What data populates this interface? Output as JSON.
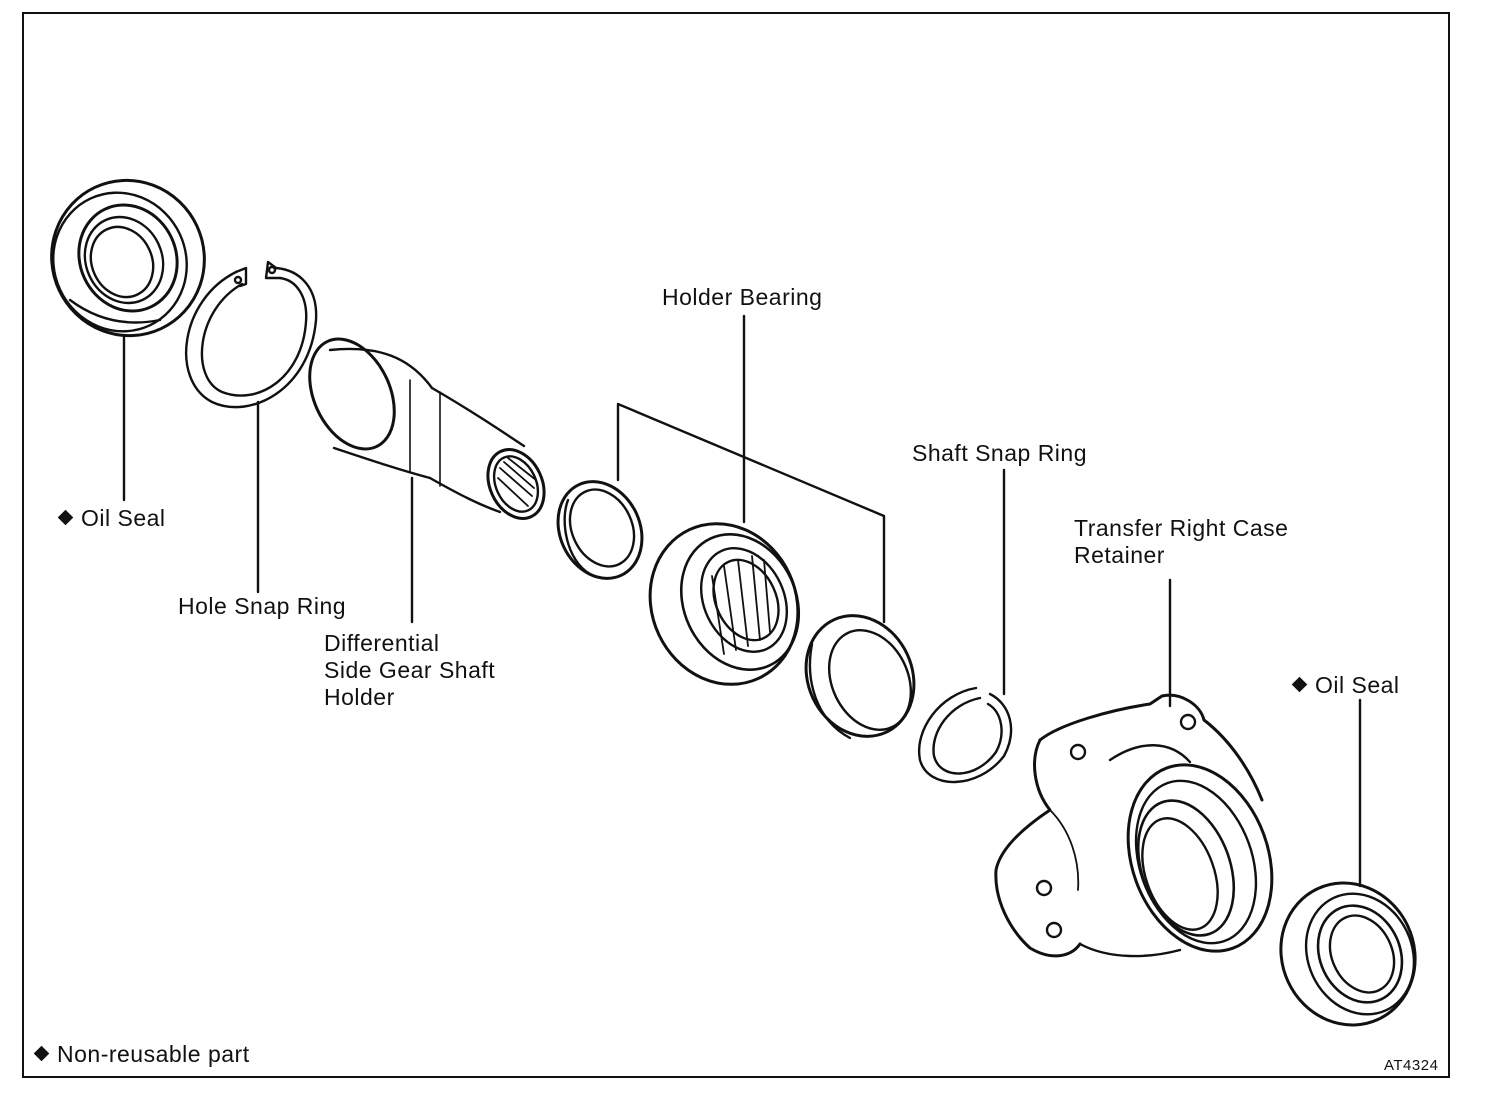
{
  "labels": {
    "oil_seal_left": "Oil Seal",
    "hole_snap_ring": "Hole Snap Ring",
    "diff_holder": "Differential\nSide Gear Shaft\nHolder",
    "holder_bearing": "Holder Bearing",
    "shaft_snap_ring": "Shaft Snap Ring",
    "retainer": "Transfer Right Case\nRetainer",
    "oil_seal_right": "Oil Seal"
  },
  "legend": "Non-reusable part",
  "figure_code": "AT4324",
  "colors": {
    "ink": "#111111",
    "paper": "#ffffff"
  }
}
